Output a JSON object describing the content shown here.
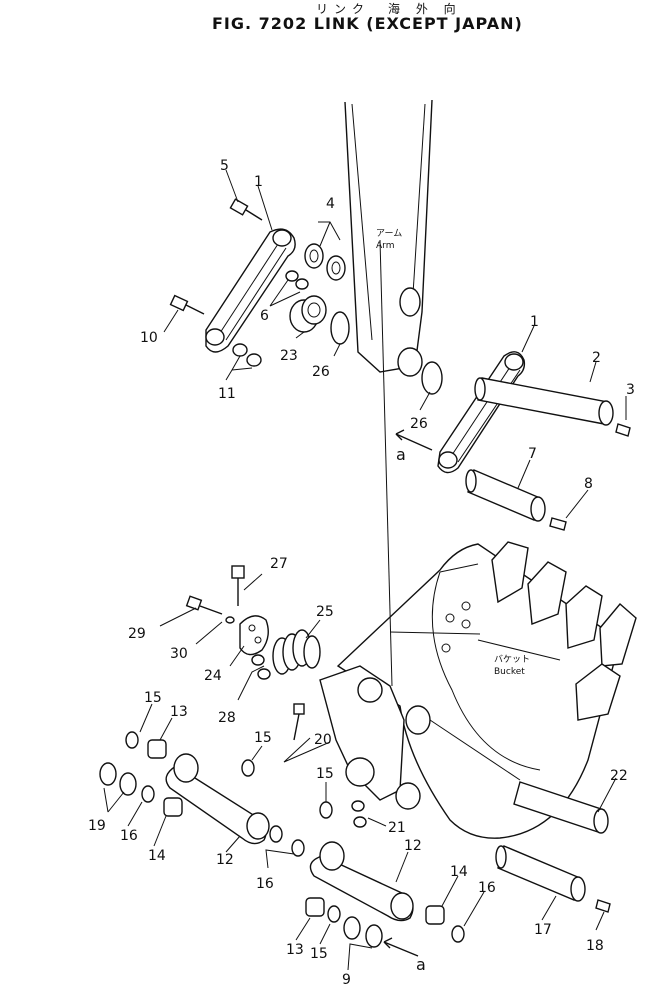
{
  "header": {
    "jp_title": "リンク　海 外 向",
    "title": "FIG. 7202  LINK (EXCEPT JAPAN)"
  },
  "labels": {
    "arm_jp": "アーム",
    "arm": "Arm",
    "bucket_jp": "バケット",
    "bucket": "Bucket",
    "a_top": "a",
    "a_bottom": "a"
  },
  "callouts": [
    "1",
    "1",
    "2",
    "3",
    "4",
    "5",
    "6",
    "7",
    "8",
    "9",
    "10",
    "11",
    "12",
    "12",
    "13",
    "13",
    "14",
    "14",
    "15",
    "15",
    "15",
    "15",
    "16",
    "16",
    "16",
    "17",
    "18",
    "19",
    "20",
    "21",
    "22",
    "23",
    "24",
    "25",
    "26",
    "26",
    "27",
    "28",
    "29",
    "30"
  ]
}
